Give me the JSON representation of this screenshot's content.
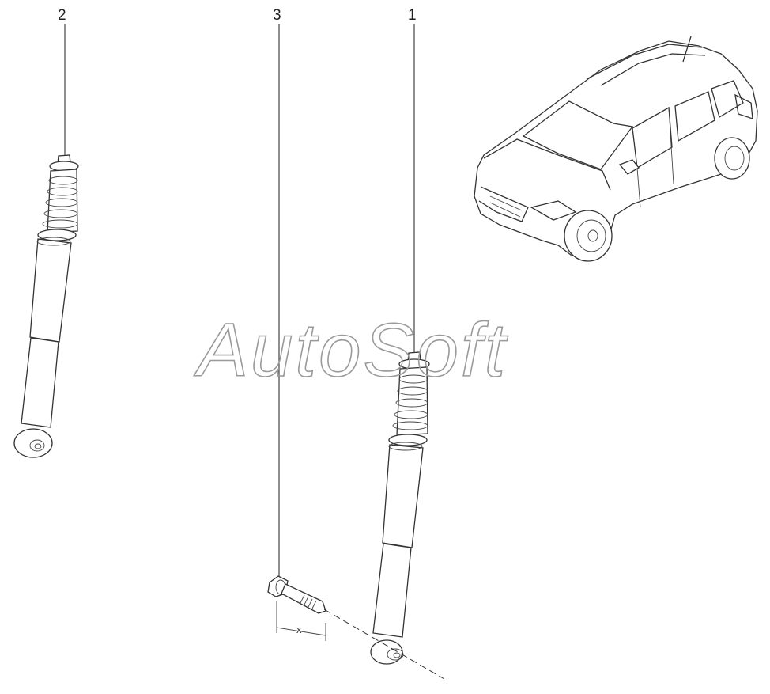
{
  "diagram": {
    "callouts": [
      {
        "id": "part-1",
        "label": "1"
      },
      {
        "id": "part-2",
        "label": "2"
      },
      {
        "id": "part-3",
        "label": "3"
      }
    ],
    "dimension_label": "x",
    "watermark": "AutoSoft"
  }
}
